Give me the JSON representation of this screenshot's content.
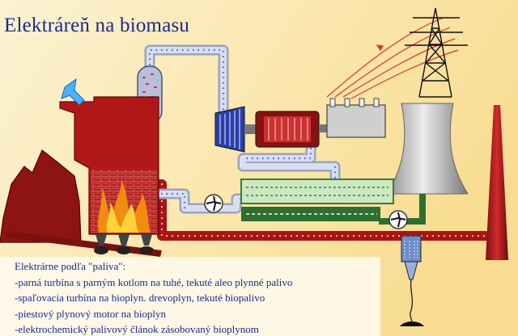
{
  "title": "Elektráreň na biomasu",
  "legend": {
    "heading": "Elektrárne podľa \"paliva\":",
    "items": [
      "-parná turbína s parným kotlom na tuhé, tekuté aleo plynné palivo",
      "-spaľovacia turbína na bioplyn. drevoplyn, tekuté biopalivo",
      "-piestový plynový motor na bioplyn",
      "-elektrochemický palivový článok zásobovaný bioplynom"
    ]
  },
  "colors": {
    "background": "#fbe9b4",
    "boiler": "#b01818",
    "title": "#1a2a8c",
    "flame": "#f08c10",
    "steam_pipe": "#c4ccdc",
    "cooling_tower": "#d6d6d6"
  },
  "icons": [
    "fuel-inlet-arrow-icon",
    "power-line-icon"
  ]
}
